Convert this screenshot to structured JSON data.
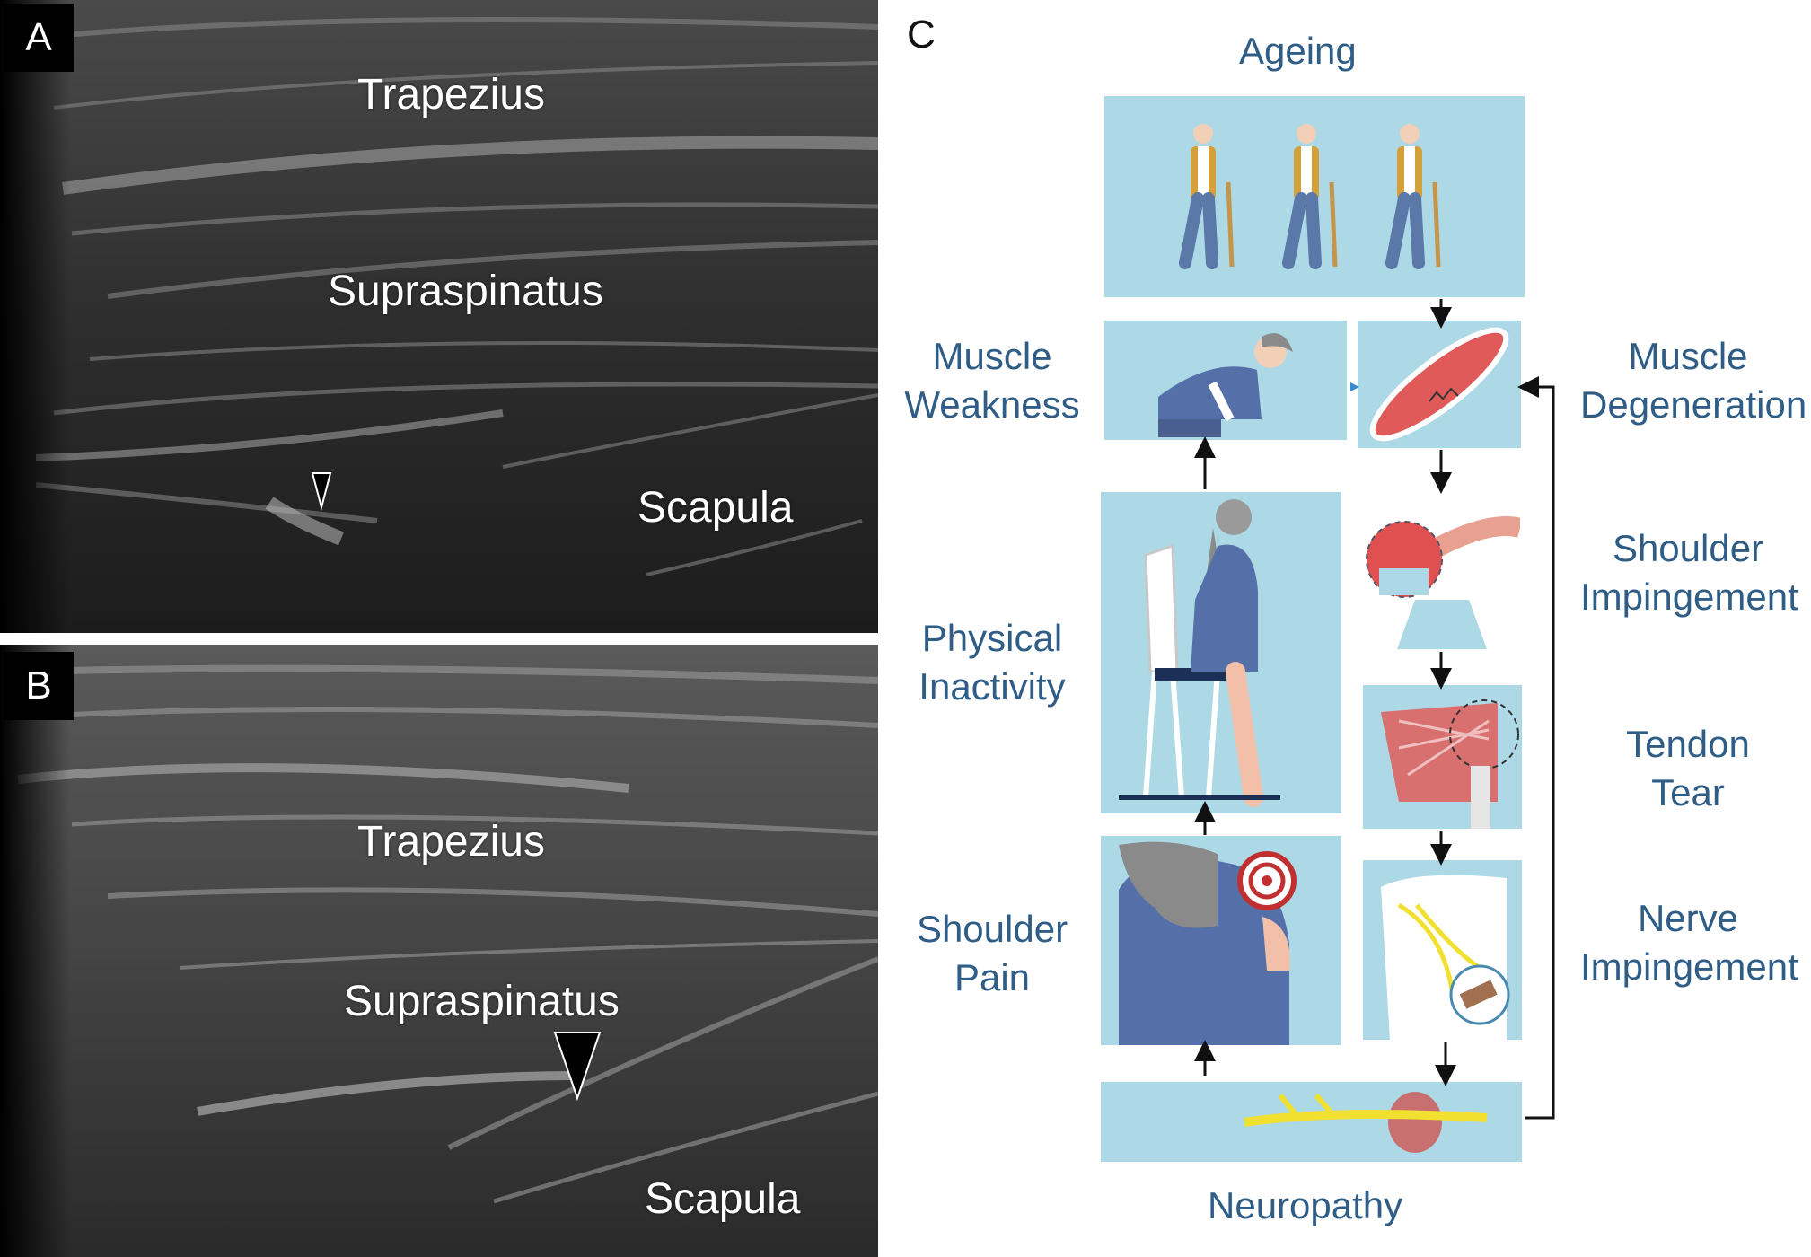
{
  "panel_a": {
    "label": "A",
    "trapezius": "Trapezius",
    "supraspinatus": "Supraspinatus",
    "scapula": "Scapula"
  },
  "panel_b": {
    "label": "B",
    "trapezius": "Trapezius",
    "supraspinatus": "Supraspinatus",
    "scapula": "Scapula"
  },
  "panel_c": {
    "label": "C",
    "ageing": "Ageing",
    "muscle_weakness": [
      "Muscle",
      "Weakness"
    ],
    "muscle_degeneration": [
      "Muscle",
      "Degeneration"
    ],
    "physical_inactivity": [
      "Physical",
      "Inactivity"
    ],
    "shoulder_impingement": [
      "Shoulder",
      "Impingement"
    ],
    "tendon_tear": [
      "Tendon",
      "Tear"
    ],
    "shoulder_pain": [
      "Shoulder",
      "Pain"
    ],
    "nerve_impingement": [
      "Nerve",
      "Impingement"
    ],
    "neuropathy": "Neuropathy"
  },
  "colors": {
    "box_fill": "#add8e6",
    "text": "#2f5d86",
    "ultrasound_bg": "#2a2a2a"
  }
}
